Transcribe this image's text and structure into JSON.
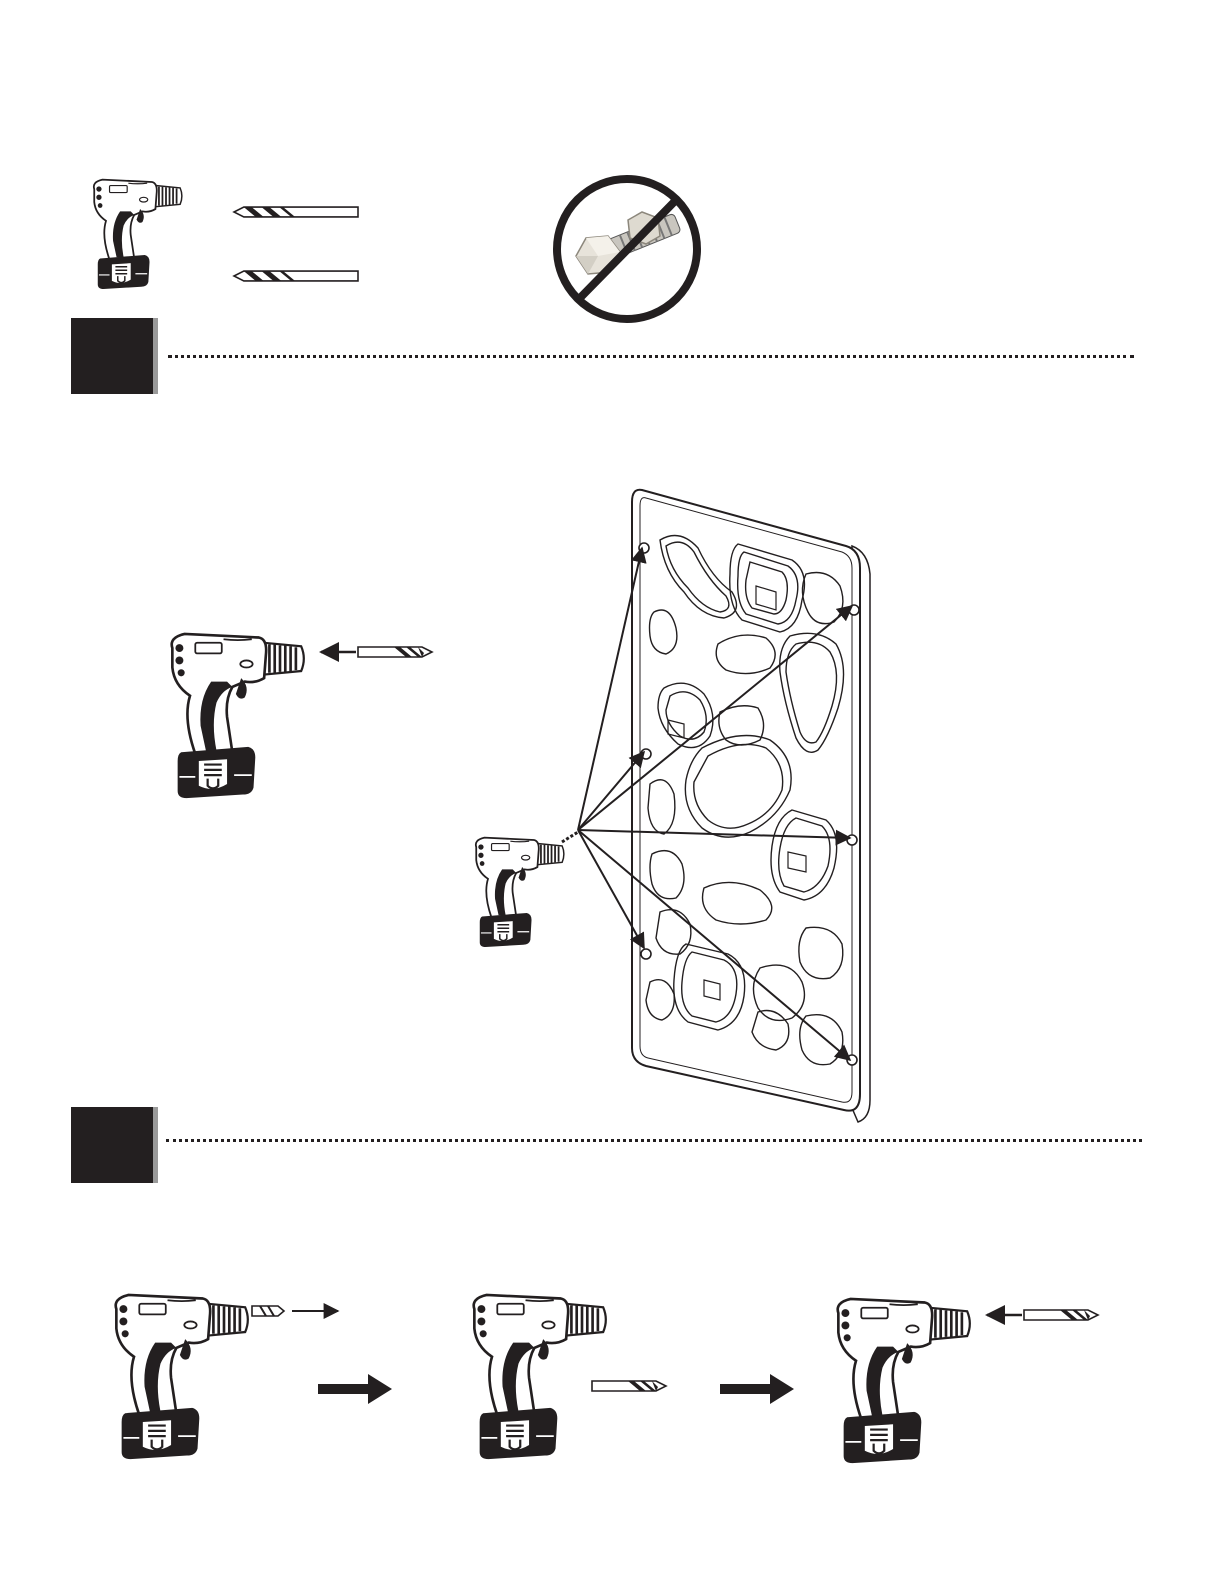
{
  "page": {
    "background": "#ffffff",
    "ink": "#231f20"
  },
  "tools": {
    "drill": "cordless-drill-icon",
    "bit": "drill-bit-icon",
    "prohibited": "no-nut-bolt-icon"
  },
  "steps": [
    {
      "id": "step-1"
    },
    {
      "id": "step-2"
    }
  ],
  "panel": {
    "hole_count": 6
  }
}
